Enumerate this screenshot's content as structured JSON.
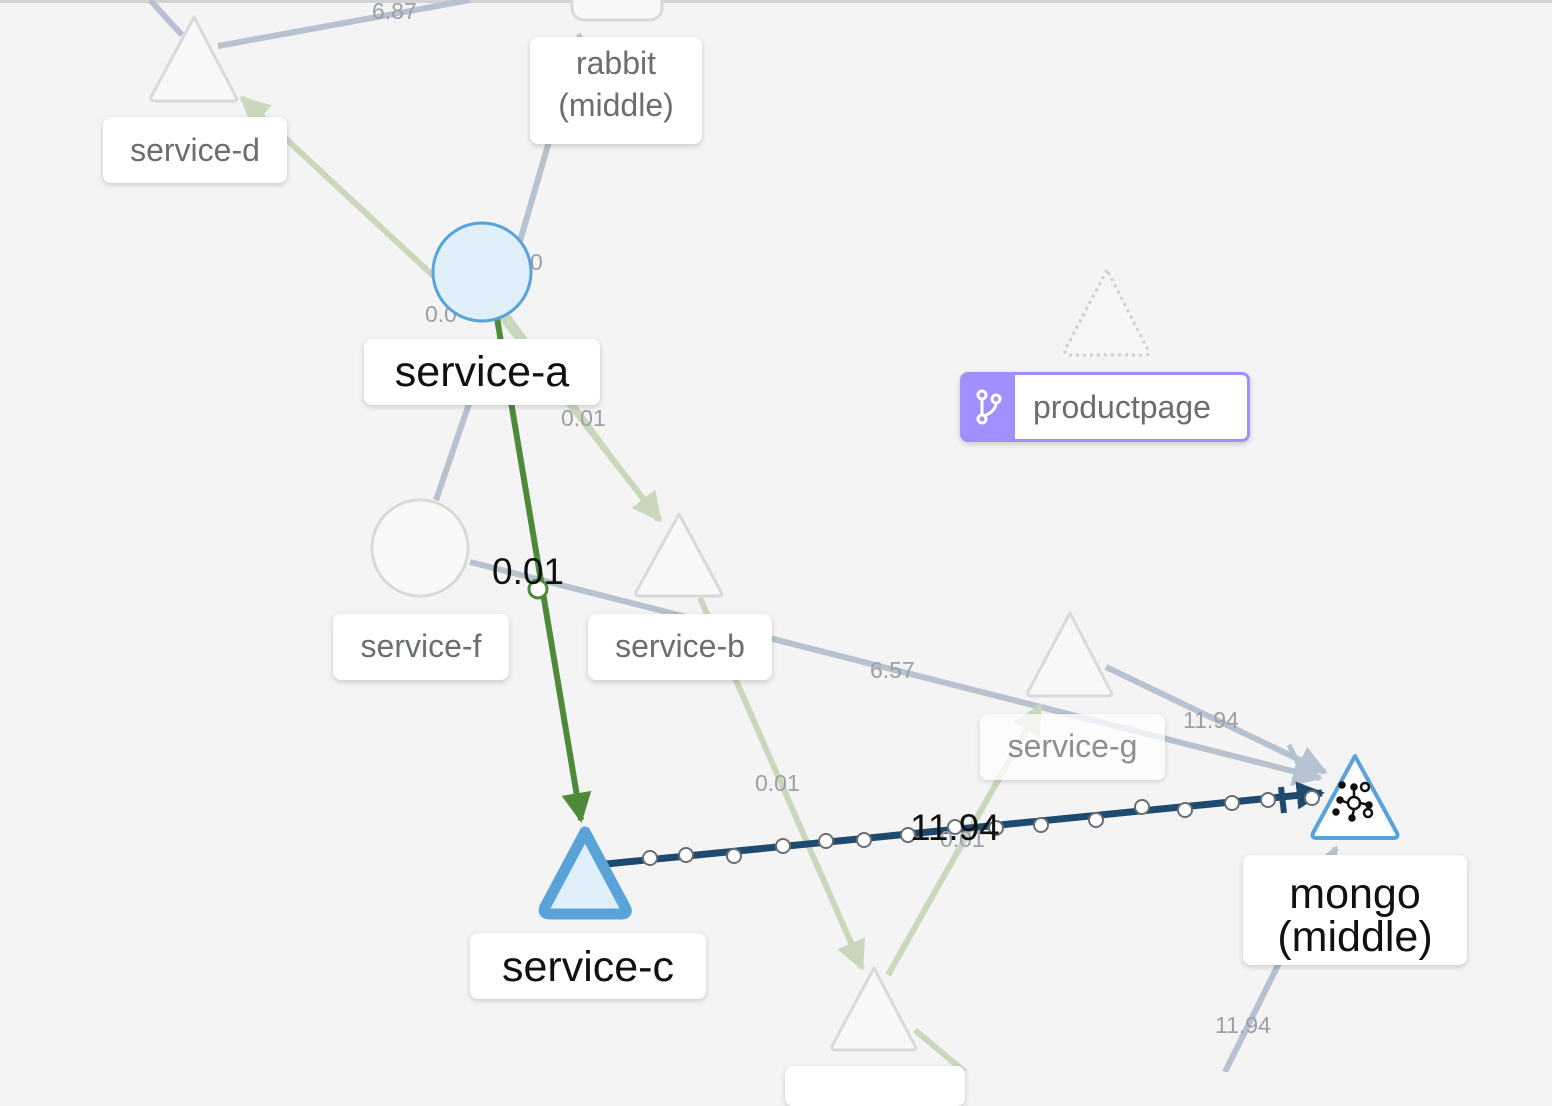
{
  "nodes": {
    "service_a": "service-a",
    "service_b": "service-b",
    "service_c": "service-c",
    "service_d": "service-d",
    "service_f": "service-f",
    "service_g": "service-g",
    "rabbit_line1": "rabbit",
    "rabbit_line2": "(middle)",
    "mongo_line1": "mongo",
    "mongo_line2": "(middle)",
    "productpage": "productpage"
  },
  "edges": {
    "top_d": "6.87",
    "a_d": "0.0",
    "a_rabbit": "0",
    "a_b": "0.01",
    "a_c": "0.01",
    "f_mongo": "6.57",
    "g_mongo": "11.94",
    "b_bottom": "0.01",
    "c_mongo": "11.94",
    "c_mongo_under": "0.01",
    "bottom_mongo": "11.94"
  },
  "colors": {
    "background": "#f4f4f4",
    "edge_gray": "#b6c2cf",
    "edge_green_faint": "#c9d8bd",
    "edge_green": "#4f8a3a",
    "edge_navy": "#1f4a70",
    "selected_blue": "#5aa3d8",
    "selected_fill": "#dff0fb",
    "virtual_service": "#a18fff"
  },
  "icons": {
    "mongo": "service-entry-icon",
    "productpage": "branch-icon"
  }
}
